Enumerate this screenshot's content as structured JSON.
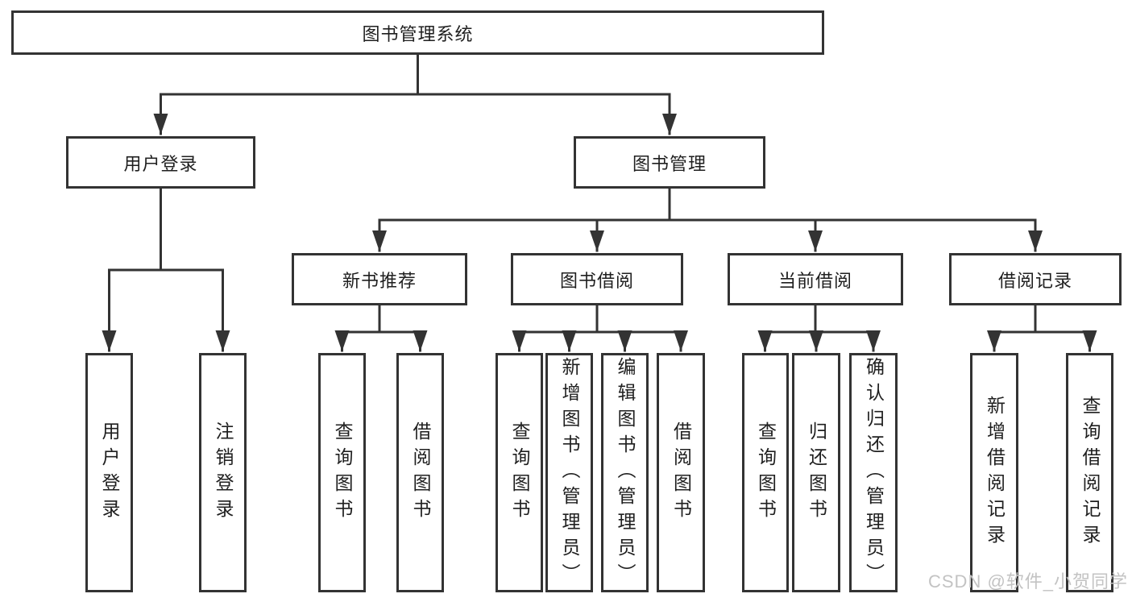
{
  "diagram": {
    "type": "hierarchy-tree",
    "line_color": "#333333",
    "box_border_color": "#333333",
    "box_fill": "#ffffff",
    "text_color": "#1f1f1f",
    "nodes": {
      "root": {
        "label": "图书管理系统"
      },
      "level2": {
        "user_login": {
          "label": "用户登录"
        },
        "book_management": {
          "label": "图书管理"
        }
      },
      "level3": {
        "new_book_recommend": {
          "label": "新书推荐"
        },
        "book_borrowing": {
          "label": "图书借阅"
        },
        "current_borrowing": {
          "label": "当前借阅"
        },
        "borrowing_records": {
          "label": "借阅记录"
        }
      },
      "leaves": {
        "login": {
          "label": "用户登录"
        },
        "logout": {
          "label": "注销登录"
        },
        "recommend_query_books": {
          "label": "查询图书"
        },
        "recommend_borrow_books": {
          "label": "借阅图书"
        },
        "borrowing_query_books": {
          "label": "查询图书"
        },
        "borrowing_add_books": {
          "label": "新增图书（管理员）"
        },
        "borrowing_edit_books": {
          "label": "编辑图书（管理员）"
        },
        "borrowing_borrow_books": {
          "label": "借阅图书"
        },
        "current_query_books": {
          "label": "查询图书"
        },
        "current_return_books": {
          "label": "归还图书"
        },
        "current_confirm_return": {
          "label": "确认归还（管理员）"
        },
        "records_add_record": {
          "label": "新增借阅记录"
        },
        "records_query_record": {
          "label": "查询借阅记录"
        }
      }
    },
    "watermark": {
      "text": "CSDN @软件_小贺同学",
      "color": "#c3c3c3"
    }
  }
}
